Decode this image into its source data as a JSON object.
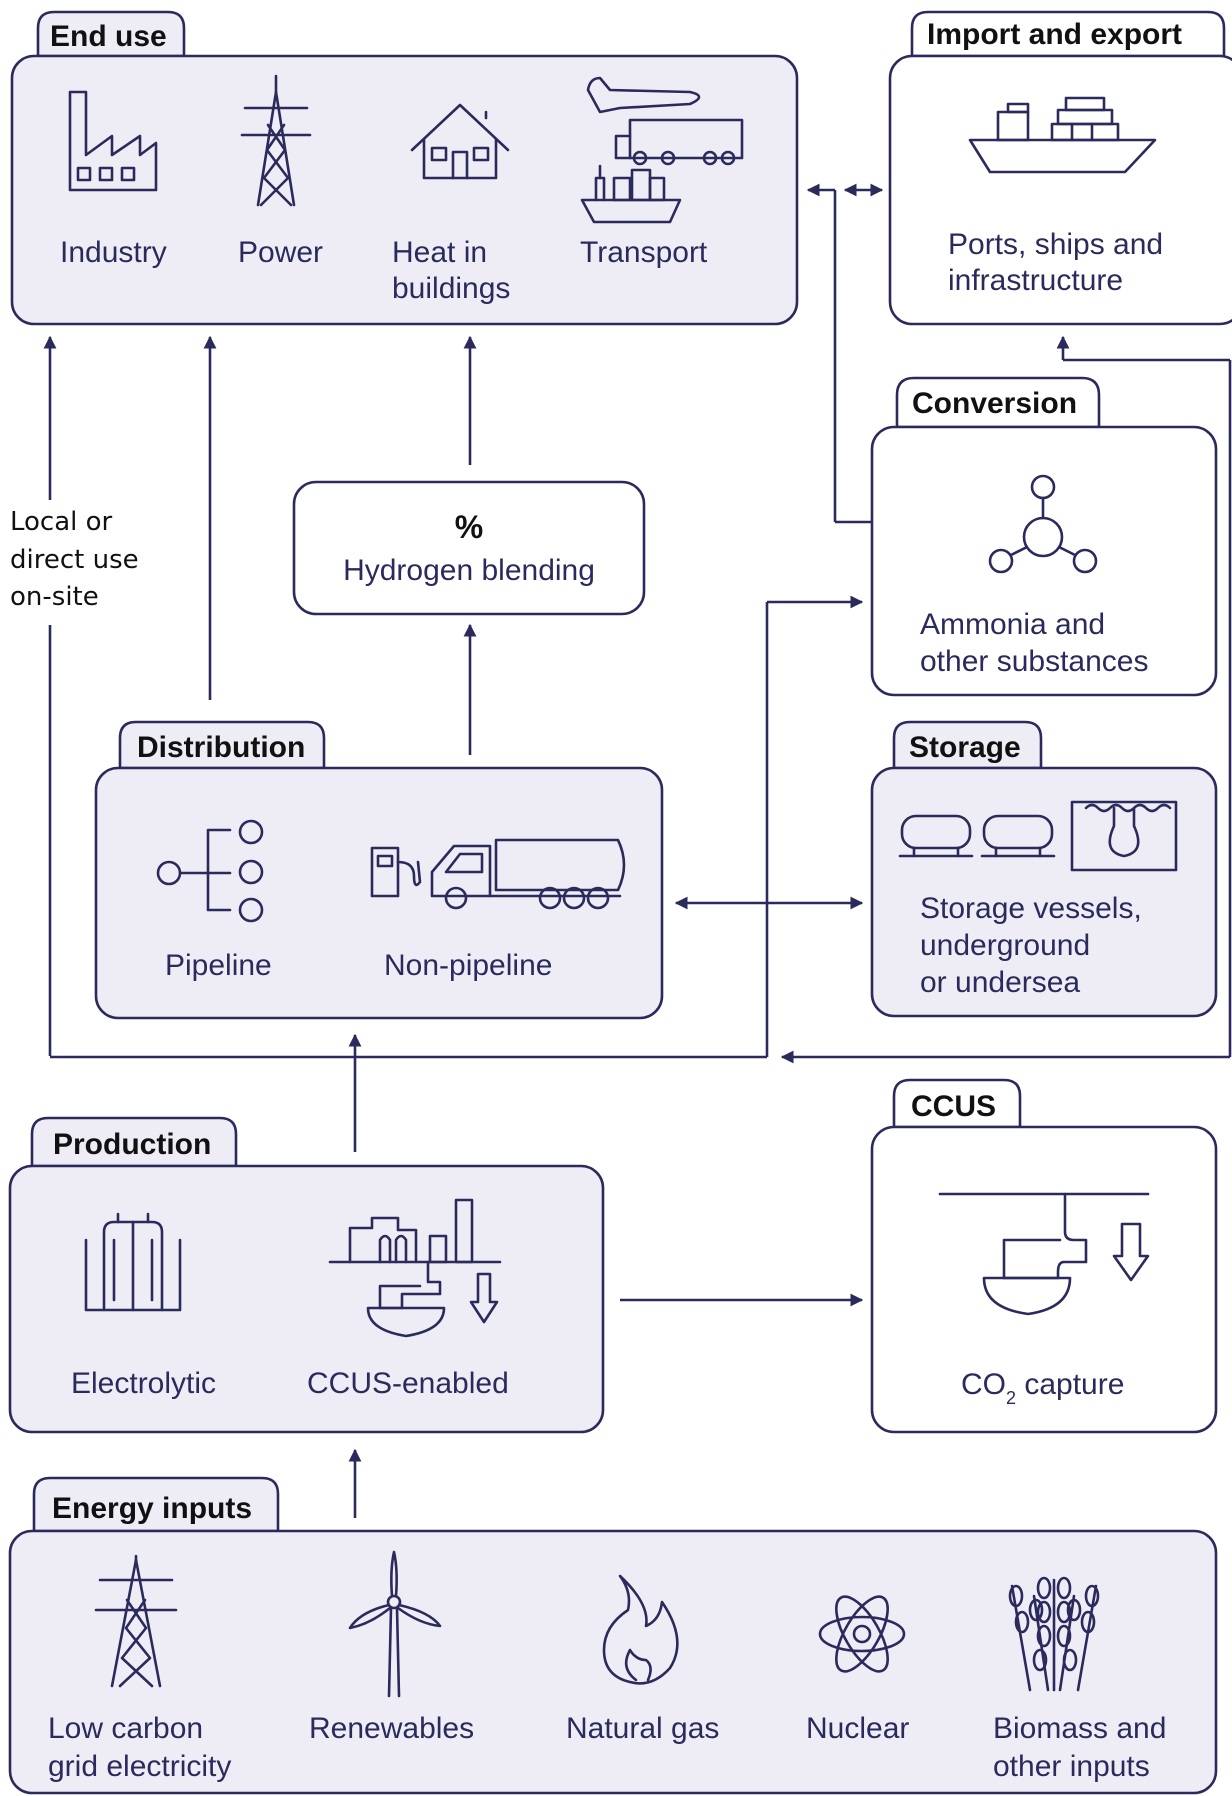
{
  "sections": {
    "end_use": {
      "title": "End use",
      "items": [
        {
          "label": [
            "Industry"
          ],
          "icon": "factory-icon"
        },
        {
          "label": [
            "Power"
          ],
          "icon": "pylon-icon"
        },
        {
          "label": [
            "Heat in",
            "buildings"
          ],
          "icon": "house-icon"
        },
        {
          "label": [
            "Transport"
          ],
          "icon": "transport-icon"
        }
      ]
    },
    "import_export": {
      "title": "Import and export",
      "label": [
        "Ports, ships and",
        "infrastructure"
      ],
      "icon": "cargo-ship-icon"
    },
    "conversion": {
      "title": "Conversion",
      "label": [
        "Ammonia and",
        "other substances"
      ],
      "icon": "molecule-icon"
    },
    "blending": {
      "symbol": "%",
      "label": "Hydrogen blending"
    },
    "distribution": {
      "title": "Distribution",
      "items": [
        {
          "label": "Pipeline",
          "icon": "pipeline-icon"
        },
        {
          "label": "Non-pipeline",
          "icon": "tanker-truck-icon"
        }
      ]
    },
    "storage": {
      "title": "Storage",
      "label": [
        "Storage vessels,",
        "underground",
        "or undersea"
      ],
      "icon": "storage-vessels-icon"
    },
    "production": {
      "title": "Production",
      "items": [
        {
          "label": "Electrolytic",
          "icon": "electrolyser-icon"
        },
        {
          "label": "CCUS-enabled",
          "icon": "ccus-plant-icon"
        }
      ]
    },
    "ccus": {
      "title": "CCUS",
      "label_main": "CO",
      "label_sub": "2",
      "label_rest": " capture",
      "icon": "co2-capture-icon"
    },
    "energy_inputs": {
      "title": "Energy inputs",
      "items": [
        {
          "label": [
            "Low carbon",
            "grid electricity"
          ],
          "icon": "pylon-icon"
        },
        {
          "label": [
            "Renewables"
          ],
          "icon": "wind-turbine-icon"
        },
        {
          "label": [
            "Natural gas"
          ],
          "icon": "flame-icon"
        },
        {
          "label": [
            "Nuclear"
          ],
          "icon": "atom-icon"
        },
        {
          "label": [
            "Biomass and",
            "other inputs"
          ],
          "icon": "wheat-icon"
        }
      ]
    }
  },
  "side_note": [
    "Local or",
    "direct use",
    "on-site"
  ],
  "colors": {
    "line": "#2b2a5c",
    "box_fill": "#eeedf5",
    "title_text": "#111111"
  }
}
